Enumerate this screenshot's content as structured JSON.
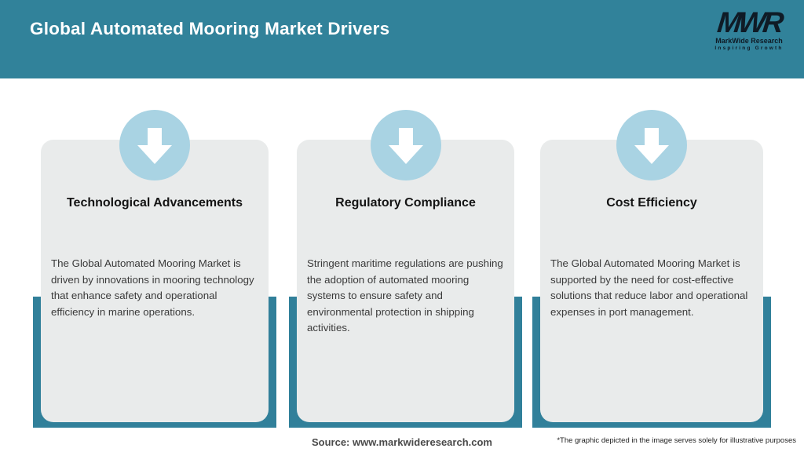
{
  "header": {
    "title": "Global Automated Mooring Market Drivers",
    "logo": {
      "acronym": "MWR",
      "name": "MarkWide Research",
      "tagline": "Inspiring Growth"
    }
  },
  "cards": [
    {
      "icon": "down-arrow-icon",
      "title": "Technological Advancements",
      "description": "The Global Automated Mooring Market is driven by innovations in mooring technology that enhance safety and operational efficiency in marine operations."
    },
    {
      "icon": "down-arrow-icon",
      "title": "Regulatory Compliance",
      "description": "Stringent maritime regulations are pushing the adoption of automated mooring systems to ensure safety and environmental protection in shipping activities."
    },
    {
      "icon": "down-arrow-icon",
      "title": "Cost Efficiency",
      "description": "The Global Automated Mooring Market is supported by the need for cost-effective solutions that reduce labor and operational expenses in port management."
    }
  ],
  "footer": {
    "source": "Source: www.markwideresearch.com",
    "disclaimer": "*The graphic depicted in the image serves solely for illustrative purposes"
  },
  "colors": {
    "header_teal": "#31829A",
    "band_teal": "#31809A",
    "card_gray": "#E9EBEB",
    "circle_blue": "#A9D3E3",
    "logo_dark": "#0F1B26",
    "title_white": "#FFFFFF"
  }
}
